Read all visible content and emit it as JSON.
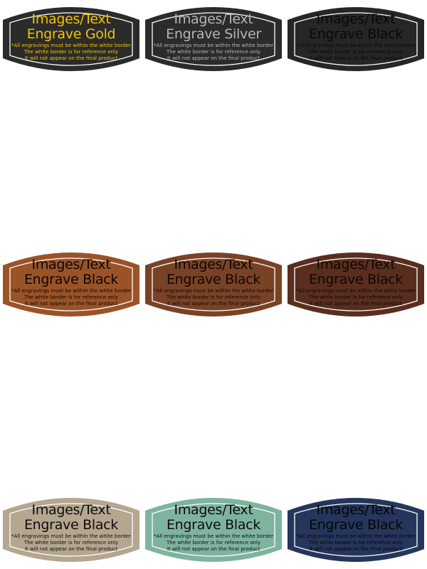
{
  "patches": [
    {
      "title_line1": "Images/Text",
      "title_line2": "Engrave Gold",
      "note1": "*All engravings must be within the white border",
      "note2": "The white border is for reference only",
      "note3": "It will not appear on the final product",
      "fill": "#2b2b2b",
      "text_color": "#f2c200"
    },
    {
      "title_line1": "Images/Text",
      "title_line2": "Engrave Silver",
      "note1": "*All engravings must be within the white border",
      "note2": "The white border is for reference only",
      "note3": "It will not appear on the final product",
      "fill": "#2b2b2b",
      "text_color": "#b5b5b5"
    },
    {
      "title_line1": "Images/Text",
      "title_line2": "Engrave Black",
      "note1": "*All engravings must be within the white border",
      "note2": "The white border is for reference only",
      "note3": "It will not appear on the final product",
      "fill": "#262626",
      "text_color": "#080808"
    },
    {
      "title_line1": "Images/Text",
      "title_line2": "Engrave Black",
      "note1": "*All engravings must be within the white border",
      "note2": "The white border is for reference only",
      "note3": "It will not appear on the final product",
      "fill": "#9a5327",
      "text_color": "#0d0804"
    },
    {
      "title_line1": "Images/Text",
      "title_line2": "Engrave Black",
      "note1": "*All engravings must be within the white border",
      "note2": "The white border is for reference only",
      "note3": "It will not appear on the final product",
      "fill": "#7a4225",
      "text_color": "#0d0804"
    },
    {
      "title_line1": "Images/Text",
      "title_line2": "Engrave Black",
      "note1": "*All engravings must be within the white border",
      "note2": "The white border is for reference only",
      "note3": "It will not appear on the final product",
      "fill": "#5a2e1e",
      "text_color": "#0d0804"
    },
    {
      "title_line1": "Images/Text",
      "title_line2": "Engrave Black",
      "note1": "*All engravings must be within the white border",
      "note2": "The white border is for reference only",
      "note3": "It will not appear on the final product",
      "fill": "#b4a68f",
      "text_color": "#0d0d0d"
    },
    {
      "title_line1": "Images/Text",
      "title_line2": "Engrave Black",
      "note1": "*All engravings must be within the white border",
      "note2": "The white border is for reference only",
      "note3": "It will not appear on the final product",
      "fill": "#7eb49e",
      "text_color": "#0d0d0d"
    },
    {
      "title_line1": "Images/Text",
      "title_line2": "Engrave Black",
      "note1": "*All engravings must be within the white border",
      "note2": "The white border is for reference only",
      "note3": "It will not appear on the final product",
      "fill": "#25365c",
      "text_color": "#050505"
    }
  ],
  "border_color": "#ffffff"
}
